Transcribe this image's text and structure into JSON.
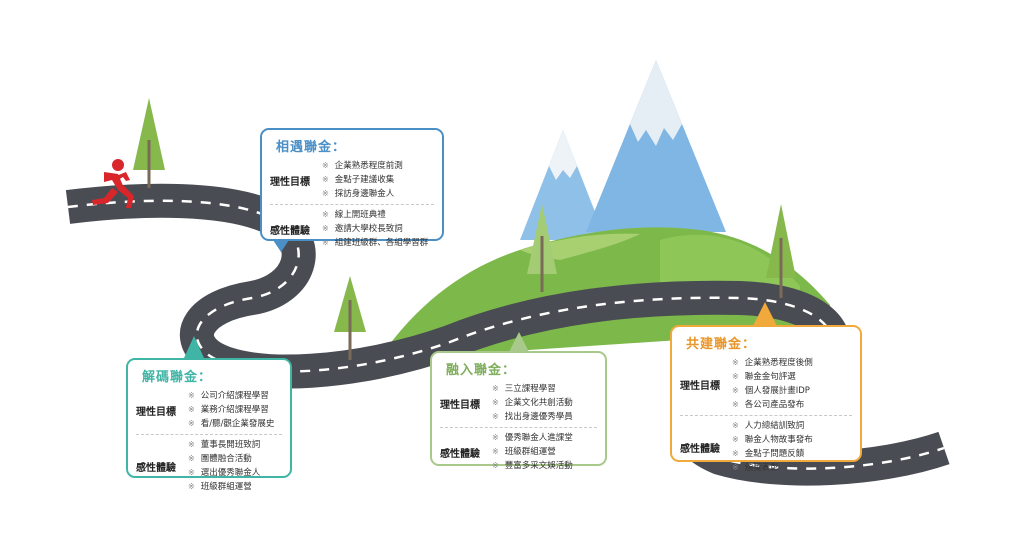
{
  "colors": {
    "road": "#4a4c53",
    "road_dash": "#ffffff",
    "hill": "#7cb84a",
    "hill_light": "#a8d070",
    "mountain_blue": "#7fb6e3",
    "mountain_snow": "#e6eef5",
    "tree": "#86b84c",
    "runner": "#d8262b",
    "card1": "#4a8fc6",
    "card2": "#3fb5a6",
    "card3": "#a8c98a",
    "card4": "#f0a93a"
  },
  "marker": "※",
  "cards": [
    {
      "title": "相遇聯金：",
      "groups": [
        {
          "label": "理性目標",
          "items": [
            "企業熟悉程度前測",
            "金點子建議收集",
            "採訪身邊聯金人"
          ]
        },
        {
          "label": "感性體驗",
          "items": [
            "線上開班典禮",
            "邀請大學校長致詞",
            "組建班級群、各組學習群"
          ]
        }
      ]
    },
    {
      "title": "解碼聯金：",
      "groups": [
        {
          "label": "理性目標",
          "items": [
            "公司介紹課程學習",
            "業務介紹課程學習",
            "看/聽/觀企業發展史"
          ]
        },
        {
          "label": "感性體驗",
          "items": [
            "董事長開班致詞",
            "團體融合活動",
            "選出優秀聯金人",
            "班級群組運營"
          ]
        }
      ]
    },
    {
      "title": "融入聯金：",
      "groups": [
        {
          "label": "理性目標",
          "items": [
            "三立課程學習",
            "企業文化共創活動",
            "找出身邊優秀學員"
          ]
        },
        {
          "label": "感性體驗",
          "items": [
            "優秀聯金人進課堂",
            "班級群組運營",
            "豐富多采文娛活動"
          ]
        }
      ]
    },
    {
      "title": "共建聯金：",
      "groups": [
        {
          "label": "理性目標",
          "items": [
            "企業熟悉程度後側",
            "聯金金句評選",
            "個人發展計畫IDP",
            "各公司產品發布"
          ]
        },
        {
          "label": "感性體驗",
          "items": [
            "人力總結訓致詞",
            "聯金人物故事發布",
            "金點子問題反饋",
            "頒獎表彰"
          ]
        }
      ]
    }
  ]
}
